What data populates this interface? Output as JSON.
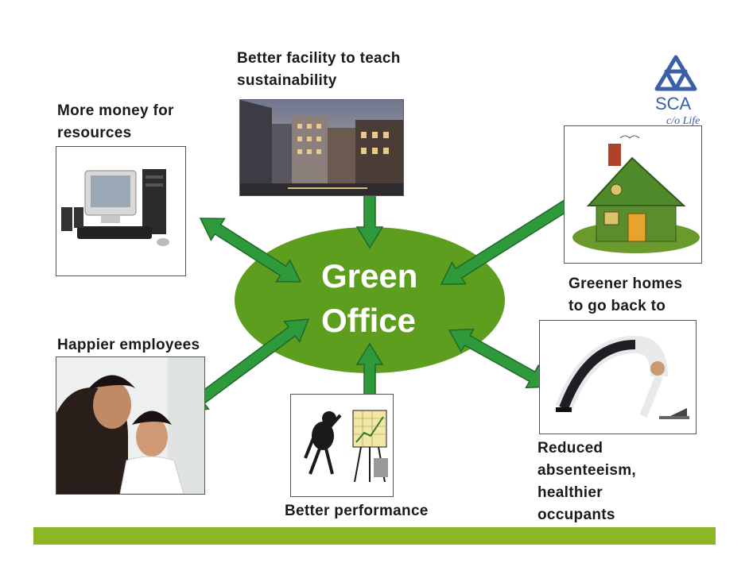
{
  "center": {
    "line1": "Green",
    "line2": "Office"
  },
  "labels": {
    "facility": "Better facility to teach\nsustainability",
    "money": "More money for\nresources",
    "homes": "Greener homes\nto go back to",
    "happier": "Happier employees",
    "performance": "Better performance",
    "reduced": "Reduced\nabsenteeism,\nhealthier\noccupants"
  },
  "logo": {
    "brand": "SCA",
    "tagline": "c/o Life"
  },
  "images": {
    "facility": "city-street-photo",
    "money": "desktop-computer-photo",
    "homes": "green-house-illustration",
    "happier": "smiling-employees-photo",
    "performance": "stick-figure-chart-illustration",
    "reduced": "stretching-man-laptop-photo"
  },
  "colors": {
    "ellipse": "#5e9e1f",
    "arrow": "#2f9a3c",
    "arrow_outline": "#1e6a28",
    "bottom_bar": "#8db626",
    "text": "#1a1a1a",
    "logo": "#3b5fa8"
  }
}
